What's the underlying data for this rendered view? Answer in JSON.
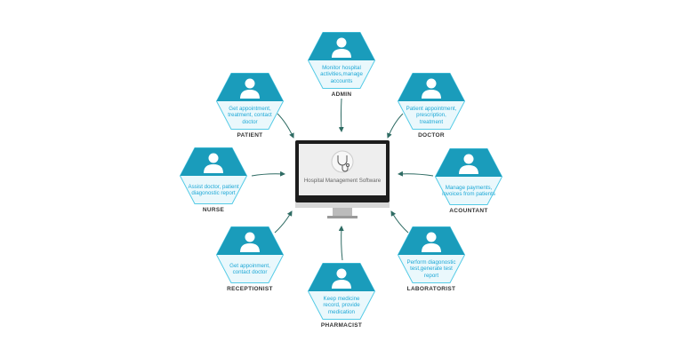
{
  "colors": {
    "teal": "#1a9cbb",
    "light": "#eaf8fc",
    "border": "#55cbe6",
    "arrow": "#2e6b63"
  },
  "center": {
    "title": "Hospital Management Software",
    "icon": "stethoscope-icon"
  },
  "roles": [
    {
      "key": "admin",
      "role": "ADMIN",
      "desc": "Monitor hospital activities,manage accounts",
      "icon": "admin-user-icon"
    },
    {
      "key": "patient",
      "role": "PATIENT",
      "desc": "Get appointment, treatment, contact doctor",
      "icon": "patient-icon"
    },
    {
      "key": "doctor",
      "role": "DOCTOR",
      "desc": "Patient appointment, prescription, treatment",
      "icon": "doctor-icon"
    },
    {
      "key": "nurse",
      "role": "NURSE",
      "desc": "Assist doctor, patient diagonostic report",
      "icon": "nurse-icon"
    },
    {
      "key": "accountant",
      "role": "ACOUNTANT",
      "desc": "Manage payments, invoices from patients",
      "icon": "accountant-icon"
    },
    {
      "key": "receptionist",
      "role": "RECEPTIONIST",
      "desc": "Get appoinment, contact doctor",
      "icon": "receptionist-icon"
    },
    {
      "key": "laboratorist",
      "role": "LABORATORIST",
      "desc": "Perform diagonostic test,generate test report",
      "icon": "laboratorist-icon"
    },
    {
      "key": "pharmacist",
      "role": "PHARMACIST",
      "desc": "Keep medicine record, provide medication",
      "icon": "pharmacist-icon"
    }
  ]
}
